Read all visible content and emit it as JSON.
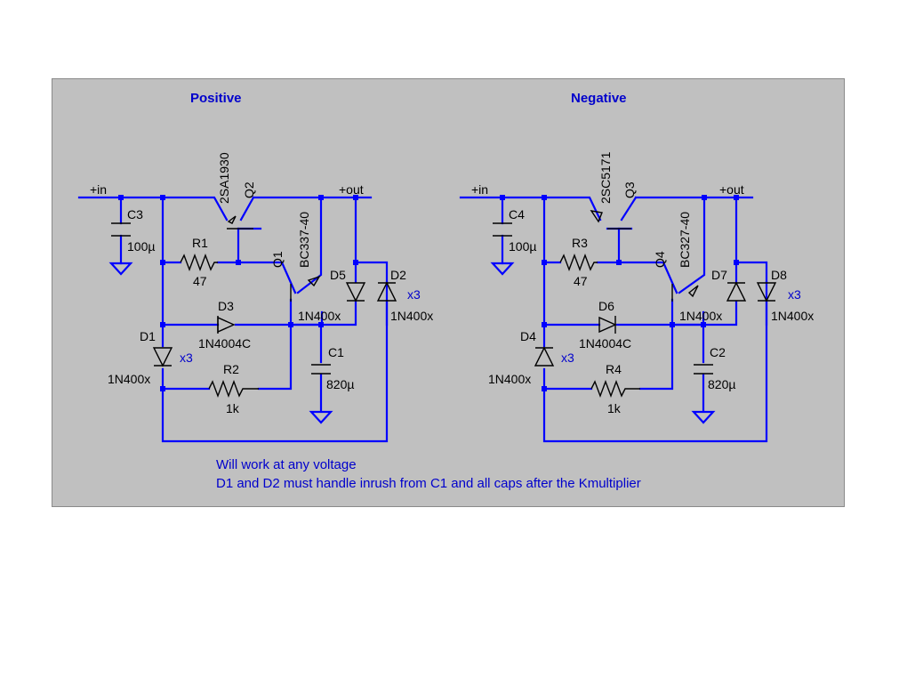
{
  "positive": {
    "title": "Positive",
    "in_label": "+in",
    "out_label": "+out",
    "q2_ref": "Q2",
    "q2_model": "2SA1930",
    "q1_ref": "Q1",
    "q1_model": "BC337-40",
    "c3_ref": "C3",
    "c3_val": "100µ",
    "r1_ref": "R1",
    "r1_val": "47",
    "d5_ref": "D5",
    "d2_ref": "D2",
    "d2_mult": "x3",
    "d5_val": "1N400x",
    "d2_val": "1N400x",
    "d3_ref": "D3",
    "d3_val": "1N4004C",
    "d1_ref": "D1",
    "d1_mult": "x3",
    "d1_val": "1N400x",
    "r2_ref": "R2",
    "r2_val": "1k",
    "c1_ref": "C1",
    "c1_val": "820µ"
  },
  "negative": {
    "title": "Negative",
    "in_label": "+in",
    "out_label": "+out",
    "q3_ref": "Q3",
    "q3_model": "2SC5171",
    "q4_ref": "Q4",
    "q4_model": "BC327-40",
    "c4_ref": "C4",
    "c4_val": "100µ",
    "r3_ref": "R3",
    "r3_val": "47",
    "d7_ref": "D7",
    "d8_ref": "D8",
    "d8_mult": "x3",
    "d7_val": "1N400x",
    "d8_val": "1N400x",
    "d6_ref": "D6",
    "d6_val": "1N4004C",
    "d4_ref": "D4",
    "d4_mult": "x3",
    "d4_val": "1N400x",
    "r4_ref": "R4",
    "r4_val": "1k",
    "c2_ref": "C2",
    "c2_val": "820µ"
  },
  "notes": {
    "line1": "Will work at any voltage",
    "line2": "D1 and D2 must handle inrush from C1 and all caps after the Kmultiplier"
  },
  "colors": {
    "canvas": "#c0c0c0",
    "wire": "#0000ff",
    "symbol": "#000000",
    "annotation": "#0000cc"
  }
}
